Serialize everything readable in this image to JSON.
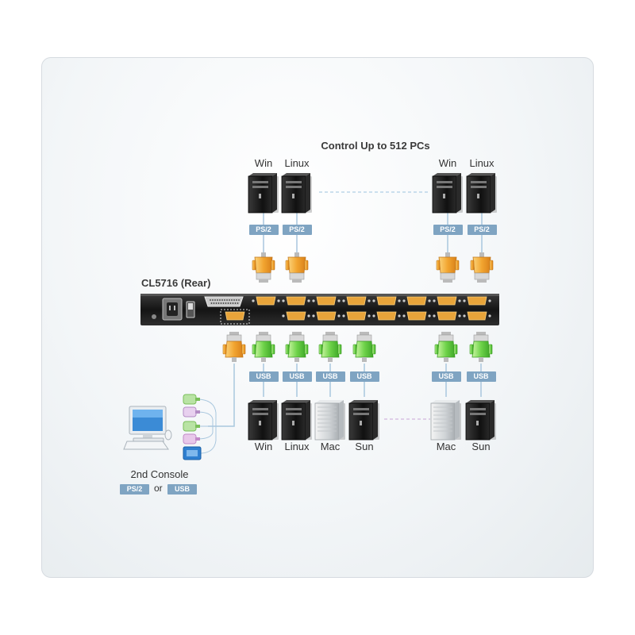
{
  "title": "Control Up to 512 PCs",
  "device_label": "CL5716 (Rear)",
  "top_computers": [
    {
      "os": "Win",
      "interface": "PS/2"
    },
    {
      "os": "Linux",
      "interface": "PS/2"
    },
    {
      "os": "Win",
      "interface": "PS/2"
    },
    {
      "os": "Linux",
      "interface": "PS/2"
    }
  ],
  "bottom_computers": [
    {
      "os": "Win",
      "interface": "USB",
      "style": "black"
    },
    {
      "os": "Linux",
      "interface": "USB",
      "style": "black"
    },
    {
      "os": "Mac",
      "interface": "USB",
      "style": "silver"
    },
    {
      "os": "Sun",
      "interface": "USB",
      "style": "black"
    },
    {
      "os": "Mac",
      "interface": "USB",
      "style": "silver"
    },
    {
      "os": "Sun",
      "interface": "USB",
      "style": "black"
    }
  ],
  "console": {
    "label": "2nd Console",
    "option_a": "PS/2",
    "connector_word": "or",
    "option_b": "USB"
  },
  "colors": {
    "tag": "#7fa4c2",
    "connector_orange": "#f2a530",
    "connector_green": "#6fd34a",
    "dashed_top": "#9cc3df",
    "dashed_bottom": "#c9a6d6"
  }
}
